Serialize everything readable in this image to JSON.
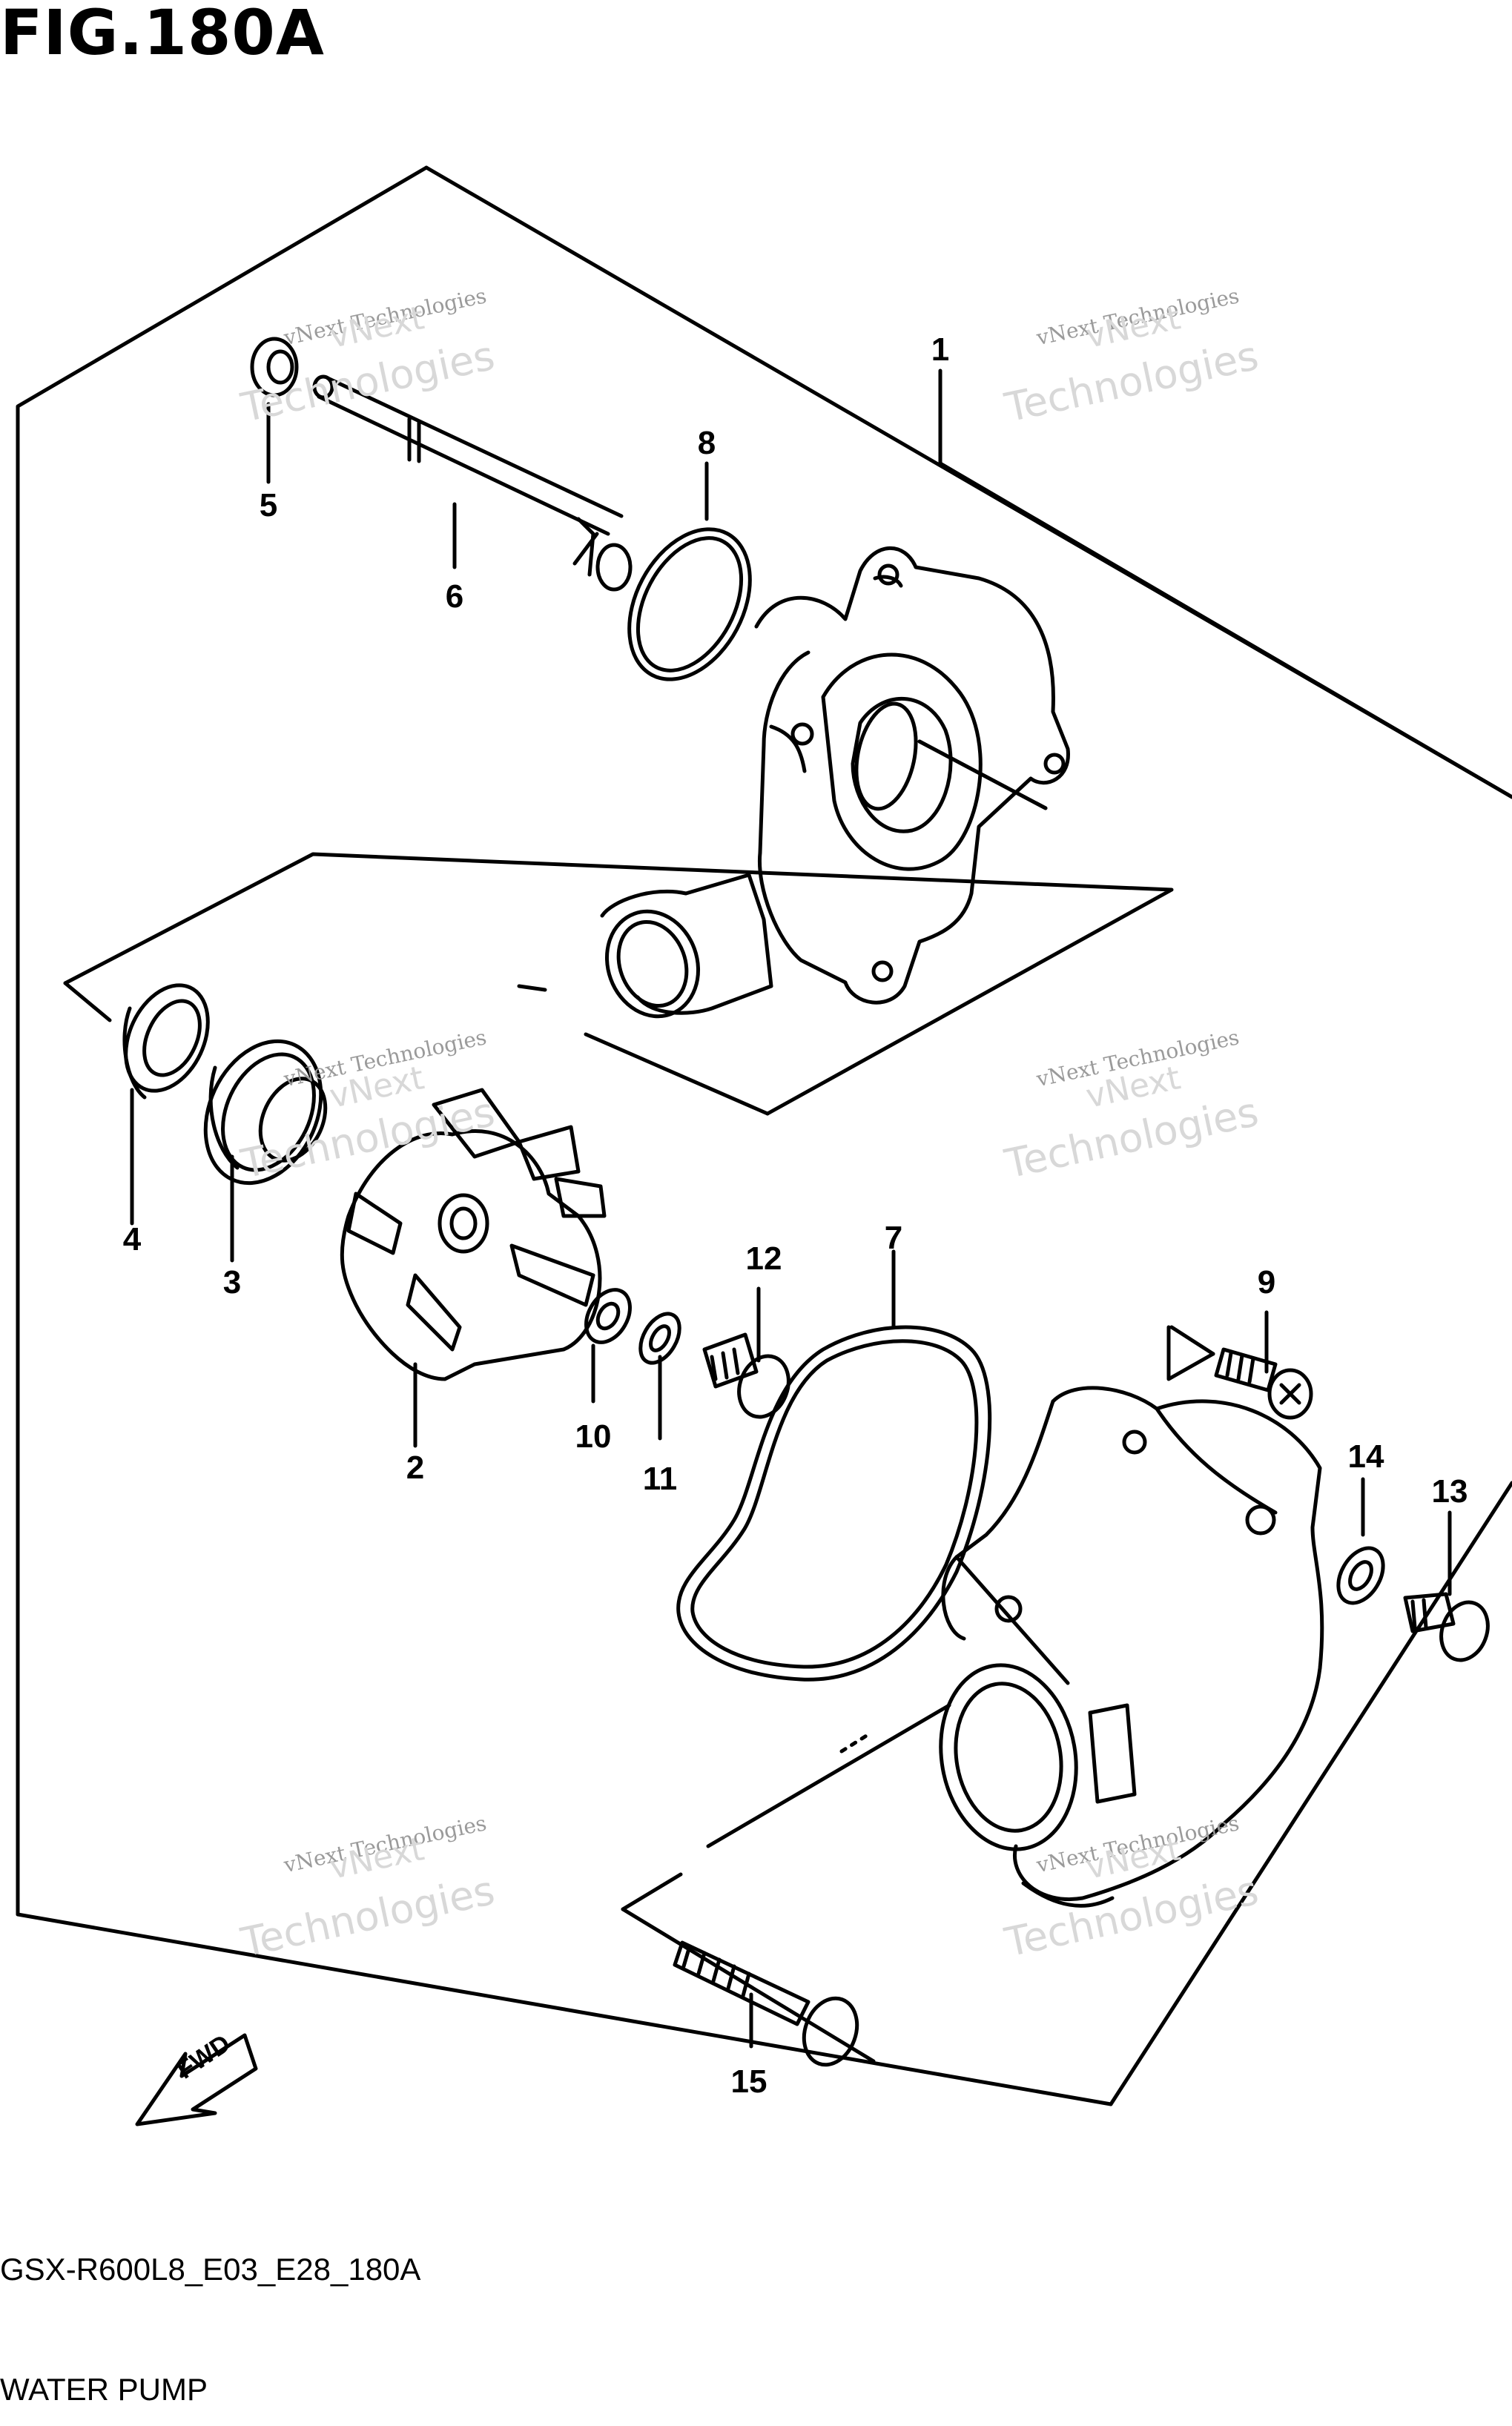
{
  "figure": {
    "title": "FIG.180A",
    "code": "GSX-R600L8_E03_E28_180A",
    "name": "WATER PUMP",
    "fwd_label": "FWD"
  },
  "callouts": [
    {
      "id": "1",
      "text": "1"
    },
    {
      "id": "2",
      "text": "2"
    },
    {
      "id": "3",
      "text": "3"
    },
    {
      "id": "4",
      "text": "4"
    },
    {
      "id": "5",
      "text": "5"
    },
    {
      "id": "6",
      "text": "6"
    },
    {
      "id": "7",
      "text": "7"
    },
    {
      "id": "8",
      "text": "8"
    },
    {
      "id": "9",
      "text": "9"
    },
    {
      "id": "10",
      "text": "10"
    },
    {
      "id": "11",
      "text": "11"
    },
    {
      "id": "12",
      "text": "12"
    },
    {
      "id": "13",
      "text": "13"
    },
    {
      "id": "14",
      "text": "14"
    },
    {
      "id": "15",
      "text": "15"
    }
  ],
  "watermark": {
    "line1": "vNext Technologies",
    "line2": "Technologies",
    "line3": "vNext"
  }
}
